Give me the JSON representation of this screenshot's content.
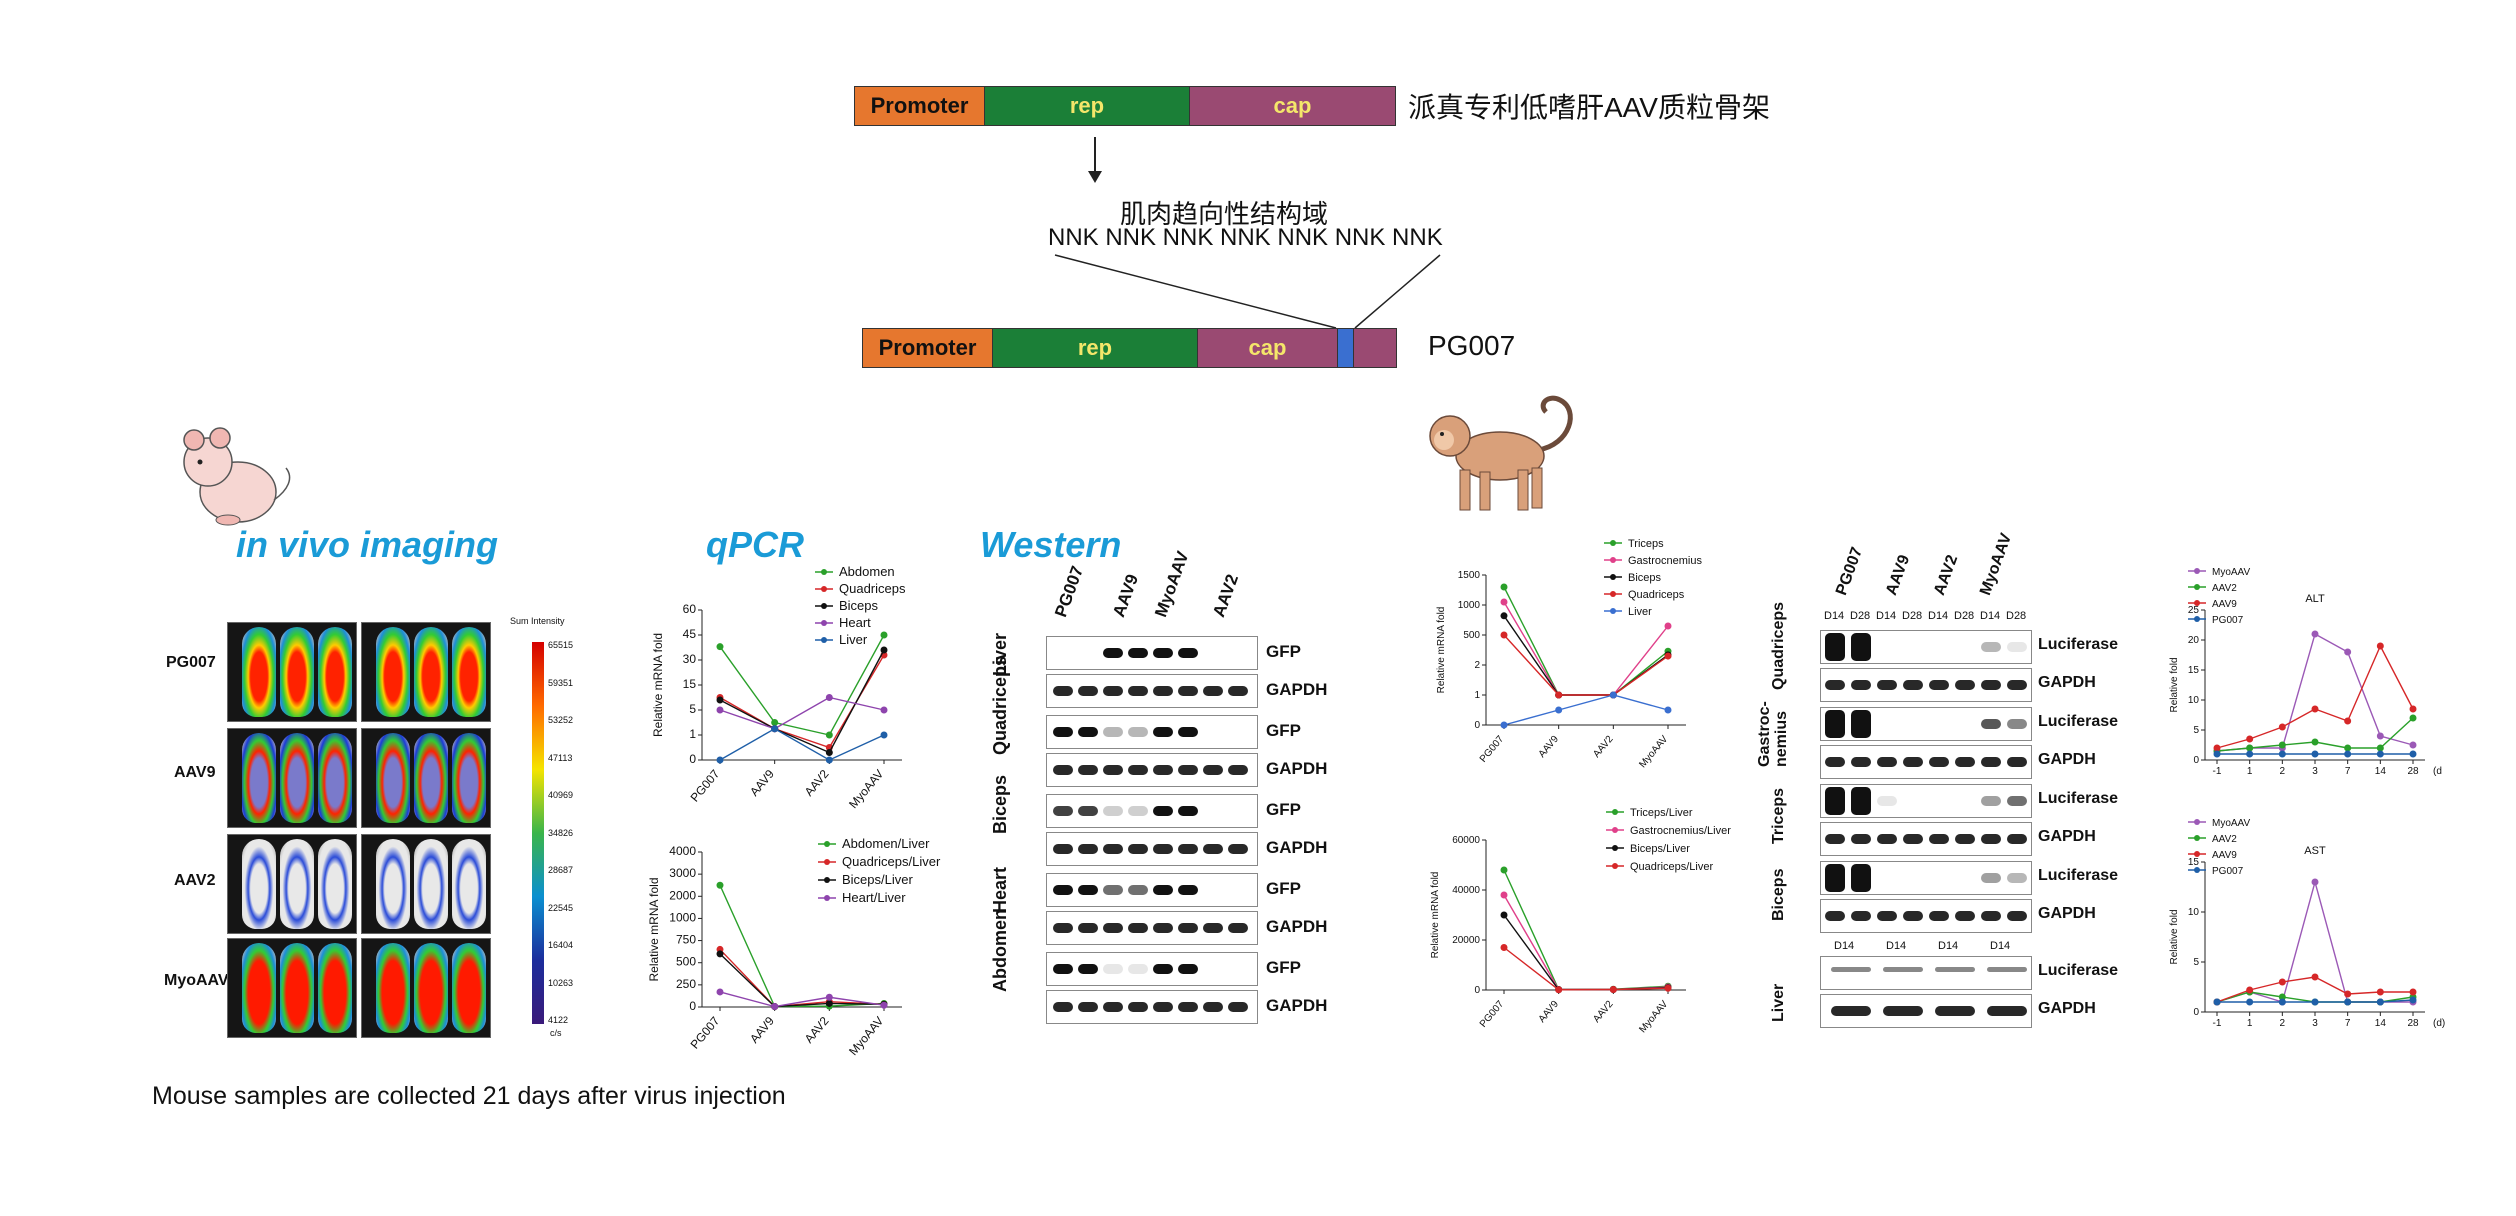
{
  "construct": {
    "top": {
      "promoter": "Promoter",
      "rep": "rep",
      "cap": "cap",
      "label": "派真专利低嗜肝AAV质粒骨架"
    },
    "domain_title": "肌肉趋向性结构域",
    "domain_seq": "NNK NNK NNK NNK NNK NNK NNK",
    "bottom": {
      "promoter": "Promoter",
      "rep": "rep",
      "cap": "cap",
      "label": "PG007"
    }
  },
  "sections": {
    "imaging": "in vivo imaging",
    "qpcr": "qPCR",
    "western": "Western"
  },
  "imaging": {
    "rows": [
      "PG007",
      "AAV9",
      "AAV2",
      "MyoAAV"
    ],
    "scale_title": "Sum Intensity",
    "scale_ticks": [
      "65515",
      "59351",
      "53252",
      "47113",
      "40969",
      "34826",
      "28687",
      "22545",
      "16404",
      "10263",
      "4122"
    ],
    "scale_unit": "c/s"
  },
  "footnote": "Mouse samples are collected 21 days after virus injection",
  "western_mouse": {
    "groups": [
      "PG007",
      "AAV9",
      "MyoAAV",
      "AAV2"
    ],
    "tissues": [
      "Liver",
      "Quadriceps",
      "Biceps",
      "Heart",
      "Abdomen"
    ],
    "proteins": [
      "GFP",
      "GAPDH"
    ]
  },
  "western_monkey": {
    "groups": [
      "PG007",
      "AAV9",
      "AAV2",
      "MyoAAV"
    ],
    "days": [
      "D14",
      "D28",
      "D14",
      "D28",
      "D14",
      "D28",
      "D14",
      "D28"
    ],
    "days_liver": [
      "D14",
      "D14",
      "D14",
      "D14"
    ],
    "tissues": [
      "Quadriceps",
      "Gastroc-\nnemius",
      "Triceps",
      "Biceps",
      "Liver"
    ],
    "proteins": [
      "Luciferase",
      "GAPDH"
    ]
  },
  "chart_data": [
    {
      "type": "line",
      "ylabel": "Relative mRNA  fold",
      "categories": [
        "PG007",
        "AAV9",
        "AAV2",
        "MyoAAV"
      ],
      "yticks": [
        "0",
        "1",
        "5",
        "15",
        "30",
        "45",
        "60"
      ],
      "series": [
        {
          "name": "Abdomen",
          "color": "#2aa02a",
          "values": [
            38,
            3,
            1,
            45
          ]
        },
        {
          "name": "Quadriceps",
          "color": "#d62728",
          "values": [
            10,
            2,
            0.5,
            33
          ]
        },
        {
          "name": "Biceps",
          "color": "#111111",
          "values": [
            9,
            2,
            0.3,
            36
          ]
        },
        {
          "name": "Heart",
          "color": "#8e44ad",
          "values": [
            5,
            2,
            10,
            5
          ]
        },
        {
          "name": "Liver",
          "color": "#1f5fa8",
          "values": [
            0,
            2,
            0,
            1
          ]
        }
      ]
    },
    {
      "type": "line",
      "ylabel": "Relative mRNA  fold",
      "categories": [
        "PG007",
        "AAV9",
        "AAV2",
        "MyoAAV"
      ],
      "yticks": [
        "0",
        "250",
        "500",
        "750",
        "1000",
        "2000",
        "3000",
        "4000"
      ],
      "series": [
        {
          "name": "Abdomen/Liver",
          "color": "#2aa02a",
          "values": [
            2500,
            5,
            10,
            40
          ]
        },
        {
          "name": "Quadriceps/Liver",
          "color": "#d62728",
          "values": [
            650,
            5,
            60,
            30
          ]
        },
        {
          "name": "Biceps/Liver",
          "color": "#111111",
          "values": [
            600,
            5,
            40,
            30
          ]
        },
        {
          "name": "Heart/Liver",
          "color": "#8e44ad",
          "values": [
            170,
            5,
            110,
            20
          ]
        }
      ]
    },
    {
      "type": "line",
      "ylabel": "Relative mRNA  fold",
      "categories": [
        "PG007",
        "AAV9",
        "AAV2",
        "MyoAAV"
      ],
      "yticks": [
        "0",
        "1",
        "2",
        "500",
        "1000",
        "1500"
      ],
      "series": [
        {
          "name": "Triceps",
          "color": "#2aa02a",
          "values": [
            1300,
            1,
            1,
            230
          ]
        },
        {
          "name": "Gastrocnemius",
          "color": "#e0408a",
          "values": [
            1050,
            1,
            1,
            650
          ]
        },
        {
          "name": "Biceps",
          "color": "#111111",
          "values": [
            820,
            1,
            1,
            170
          ]
        },
        {
          "name": "Quadriceps",
          "color": "#d62728",
          "values": [
            500,
            1,
            1,
            150
          ]
        },
        {
          "name": "Liver",
          "color": "#3a6fd0",
          "values": [
            0,
            0.5,
            1,
            0.5
          ]
        }
      ]
    },
    {
      "type": "line",
      "ylabel": "Relative mRNA  fold",
      "categories": [
        "PG007",
        "AAV9",
        "AAV2",
        "MyoAAV"
      ],
      "yticks": [
        "0",
        "20000",
        "40000",
        "60000"
      ],
      "series": [
        {
          "name": "Triceps/Liver",
          "color": "#2aa02a",
          "values": [
            48000,
            200,
            300,
            1500
          ]
        },
        {
          "name": "Gastrocnemius/Liver",
          "color": "#e0408a",
          "values": [
            38000,
            200,
            200,
            1200
          ]
        },
        {
          "name": "Biceps/Liver",
          "color": "#111111",
          "values": [
            30000,
            150,
            200,
            900
          ]
        },
        {
          "name": "Quadriceps/Liver",
          "color": "#d62728",
          "values": [
            17000,
            100,
            200,
            700
          ]
        }
      ]
    },
    {
      "type": "line",
      "title": "ALT",
      "ylabel": "Relative fold",
      "categories": [
        "-1",
        "1",
        "2",
        "3",
        "7",
        "14",
        "28"
      ],
      "x_unit": "(d",
      "yticks": [
        "0",
        "5",
        "10",
        "15",
        "20",
        "25"
      ],
      "series": [
        {
          "name": "MyoAAV",
          "color": "#9b59b6",
          "values": [
            1.5,
            2,
            2,
            21,
            18,
            4,
            2.5
          ]
        },
        {
          "name": "AAV2",
          "color": "#2aa02a",
          "values": [
            1.5,
            2,
            2.5,
            3,
            2,
            2,
            7
          ]
        },
        {
          "name": "AAV9",
          "color": "#d62728",
          "values": [
            2,
            3.5,
            5.5,
            8.5,
            6.5,
            19,
            8.5
          ]
        },
        {
          "name": "PG007",
          "color": "#1f5fa8",
          "values": [
            1,
            1,
            1,
            1,
            1,
            1,
            1
          ]
        }
      ]
    },
    {
      "type": "line",
      "title": "AST",
      "ylabel": "Relative fold",
      "categories": [
        "-1",
        "1",
        "2",
        "3",
        "7",
        "14",
        "28"
      ],
      "x_unit": "(d)",
      "yticks": [
        "0",
        "5",
        "10",
        "15"
      ],
      "series": [
        {
          "name": "MyoAAV",
          "color": "#9b59b6",
          "values": [
            1,
            2,
            1,
            13,
            1,
            1,
            1
          ]
        },
        {
          "name": "AAV2",
          "color": "#2aa02a",
          "values": [
            1,
            2,
            1.5,
            1,
            1,
            1,
            1.5
          ]
        },
        {
          "name": "AAV9",
          "color": "#d62728",
          "values": [
            1,
            2.2,
            3,
            3.5,
            1.8,
            2,
            2
          ]
        },
        {
          "name": "PG007",
          "color": "#1f5fa8",
          "values": [
            1,
            1,
            1,
            1,
            1,
            1,
            1.2
          ]
        }
      ]
    }
  ]
}
